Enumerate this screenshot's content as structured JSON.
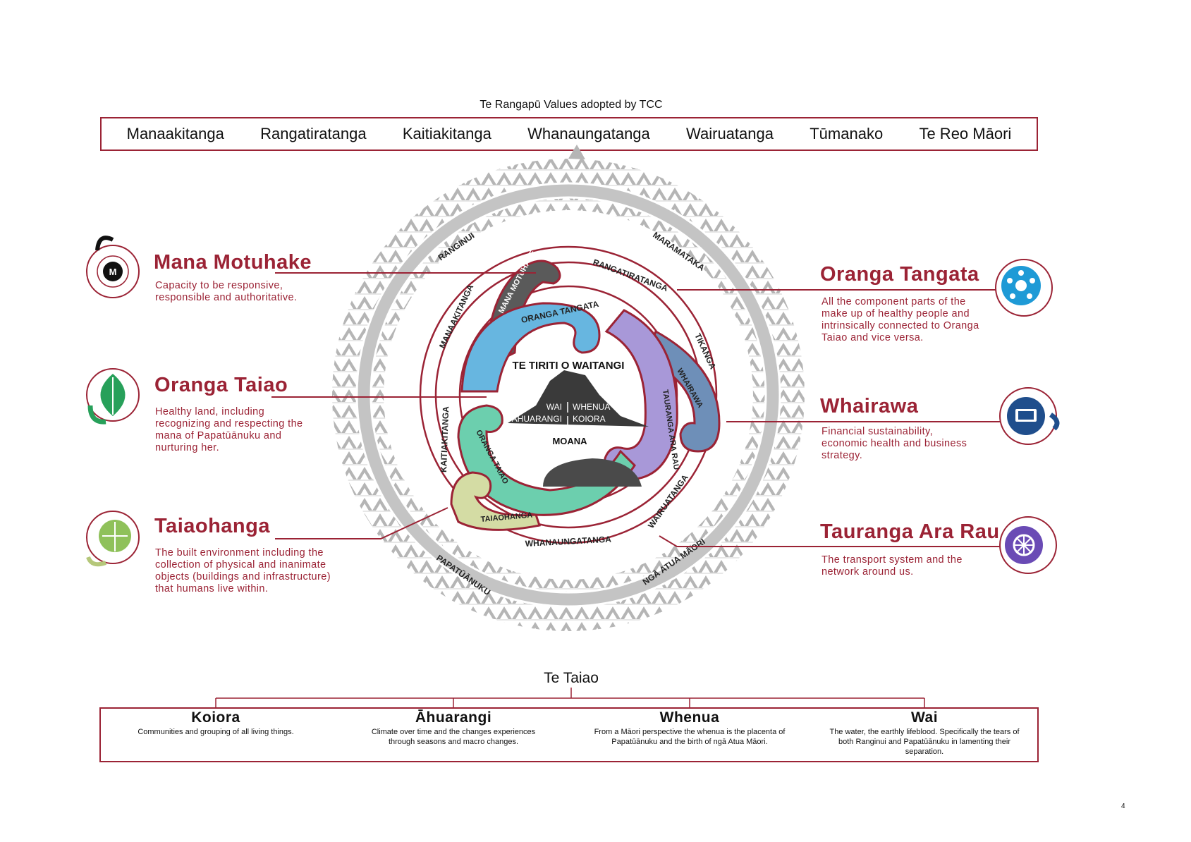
{
  "values": {
    "caption": "Te Rangapū Values adopted by TCC",
    "items": [
      "Manaakitanga",
      "Rangatiratanga",
      "Kaitiakitanga",
      "Whanaungatanga",
      "Wairuatanga",
      "Tūmanako",
      "Te Reo Māori"
    ]
  },
  "pillars": {
    "mana_motuhake": {
      "title": "Mana Motuhake",
      "description": "Capacity to be responsive, responsible and authoritative."
    },
    "oranga_taiao": {
      "title": "Oranga Taiao",
      "description": "Healthy land, including recognizing and respecting the mana of Papatūānuku and nurturing her."
    },
    "taiaohanga": {
      "title": "Taiaohanga",
      "description": "The built environment including the collection of physical and inanimate objects (buildings and infrastructure) that humans live within."
    },
    "oranga_tangata": {
      "title": "Oranga Tangata",
      "description": "All the component parts of the make up of healthy people and intrinsically connected to Oranga Taiao and vice versa."
    },
    "whairawa": {
      "title": "Whairawa",
      "description": "Financial sustainability, economic health and business strategy."
    },
    "tauranga_ara_rau": {
      "title": "Tauranga Ara Rau",
      "description": "The transport system and the network around us."
    }
  },
  "center": {
    "title": "TE TIRITI O WAITANGI",
    "wai": "WAI",
    "whenua": "WHENUA",
    "ahuarangi": "AHUARANGI",
    "koiora": "KOIORA",
    "moana": "MOANA"
  },
  "outer_ring_labels": {
    "ranginui": "RANGINUI",
    "maramataka": "MARAMATAKA",
    "papatuanuku": "PAPATŪĀNUKU",
    "nga_atua_maori": "NGĀ ATUA MĀORI"
  },
  "ring_labels": {
    "rangatiratanga": "RANGATIRATANGA",
    "tikanga": "TIKANGA",
    "manaakitanga": "MANAAKITANGA",
    "kaitiakitanga": "KAITIAKITANGA",
    "whanaungatanga": "WHANAUNGATANGA",
    "wairuatanga": "WAIRUATANGA"
  },
  "koru_labels": {
    "mana_motuhake": "MANA MOTUHAKE",
    "oranga_tangata": "ORANGA TANGATA",
    "whairawa": "WHAIRAWA",
    "tauranga_ara_rau": "TAURANGA ARA RAU",
    "oranga_taiao": "ORANGA TAIAO",
    "taiaohanga": "TAIAOHANGA"
  },
  "te_taiao": {
    "heading": "Te Taiao",
    "items": [
      {
        "name": "Koiora",
        "description": "Communities and grouping of all living things."
      },
      {
        "name": "Āhuarangi",
        "description": "Climate over time and the changes experiences through seasons and macro changes."
      },
      {
        "name": "Whenua",
        "description": "From a Māori perspective the whenua is the placenta of Papatūānuku and the birth of ngā Atua Māori."
      },
      {
        "name": "Wai",
        "description": "The water, the earthly lifeblood. Specifically the tears of both Ranginui and Papatūānuku in lamenting their separation."
      }
    ]
  },
  "page_number": "4",
  "colors": {
    "accent_red": "#9b2335",
    "mana_motuhake": "#5a5a5a",
    "oranga_tangata": "#67b6e0",
    "whairawa": "#6e8fb8",
    "tauranga_ara_rau": "#a898d8",
    "oranga_taiao": "#6ccfae",
    "taiaohanga": "#d4dca4",
    "pattern_grey": "#b0b0b0"
  },
  "icons": [
    "mana-motuhake-logo-icon",
    "fern-leaf-icon",
    "globe-leaf-icon",
    "people-circle-icon",
    "laptop-icon",
    "wheel-icon"
  ]
}
